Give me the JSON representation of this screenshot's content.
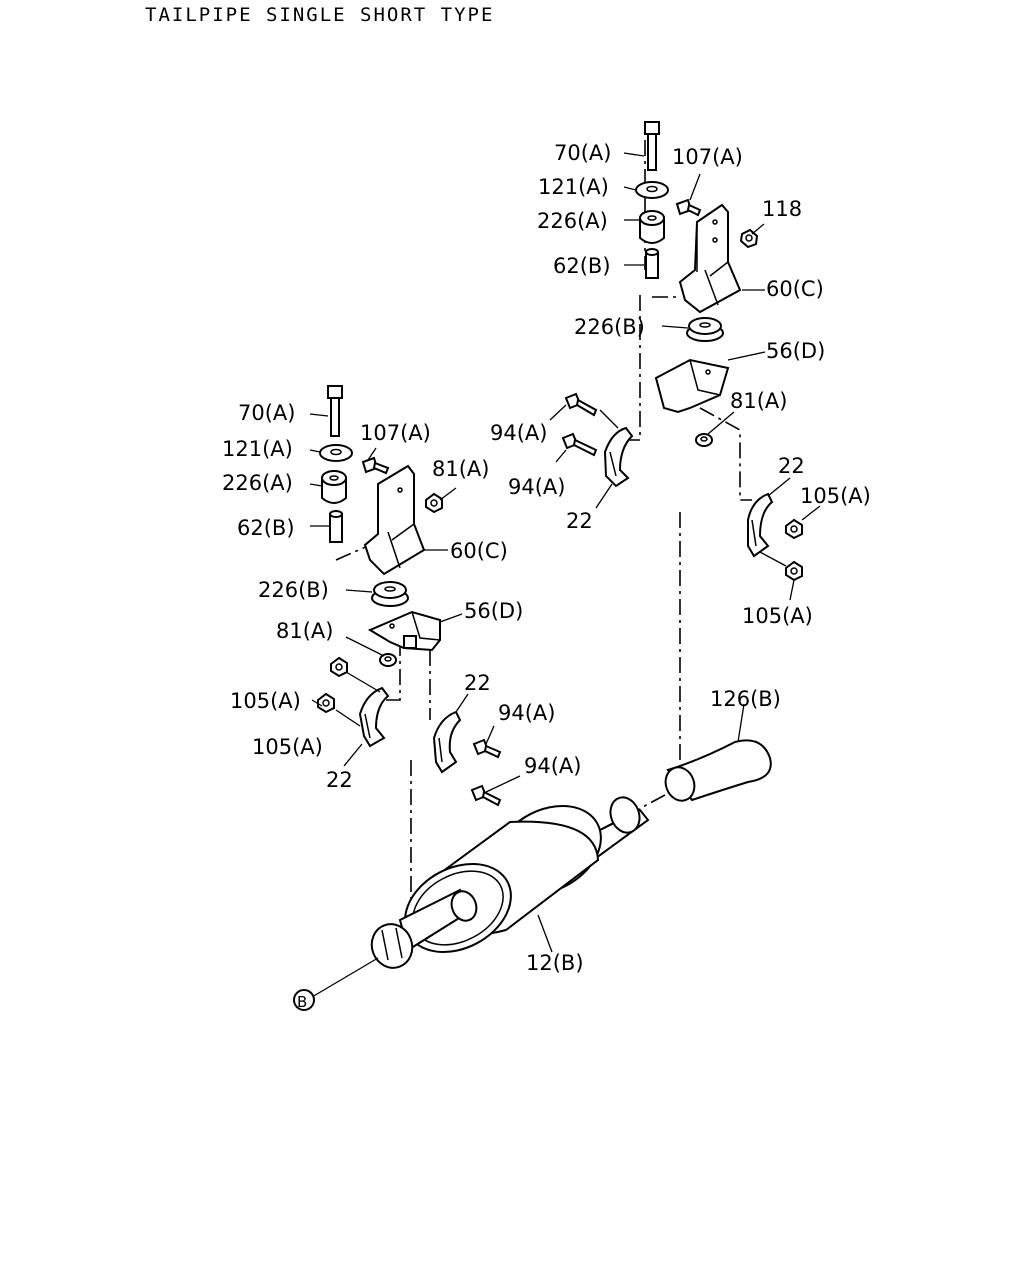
{
  "title": "TAILPIPE SINGLE SHORT TYPE",
  "labels": {
    "r_70a": "70(A)",
    "r_107a": "107(A)",
    "r_121a": "121(A)",
    "r_118": "118",
    "r_226a": "226(A)",
    "r_62b": "62(B)",
    "r_60c": "60(C)",
    "r_226b": "226(B)",
    "r_56d": "56(D)",
    "r_81a": "81(A)",
    "r_94a_1": "94(A)",
    "r_94a_2": "94(A)",
    "r_22_top": "22",
    "r_22_low": "22",
    "r_105a_1": "105(A)",
    "r_105a_2": "105(A)",
    "l_70a": "70(A)",
    "l_121a": "121(A)",
    "l_107a": "107(A)",
    "l_81a_top": "81(A)",
    "l_226a": "226(A)",
    "l_62b": "62(B)",
    "l_60c": "60(C)",
    "l_226b": "226(B)",
    "l_56d": "56(D)",
    "l_81a": "81(A)",
    "l_105a_1": "105(A)",
    "l_105a_2": "105(A)",
    "l_22_a": "22",
    "l_22_b": "22",
    "l_94a_1": "94(A)",
    "l_94a_2": "94(A)",
    "p_126b": "126(B)",
    "p_12b": "12(B)",
    "p_b": "B"
  }
}
